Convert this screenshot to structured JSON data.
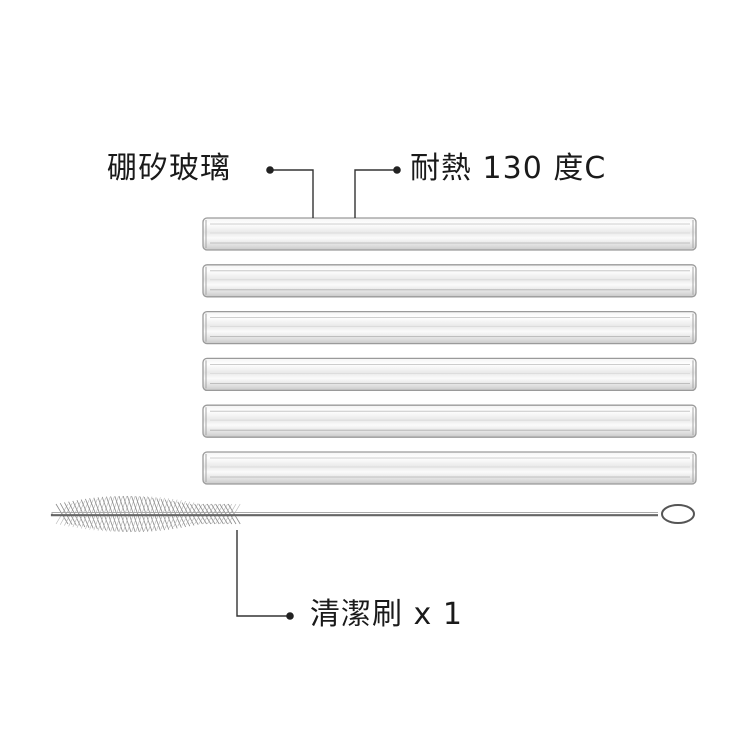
{
  "labels": {
    "material": "硼矽玻璃",
    "heat_resistance": "耐熱 130 度C",
    "brush": "清潔刷 x 1"
  },
  "colors": {
    "background": "#ffffff",
    "text": "#1a1a1a",
    "leader_line": "#333333",
    "glass_edge": "#9a9a9a"
  },
  "items": {
    "straws": 6,
    "brushes": 1
  }
}
